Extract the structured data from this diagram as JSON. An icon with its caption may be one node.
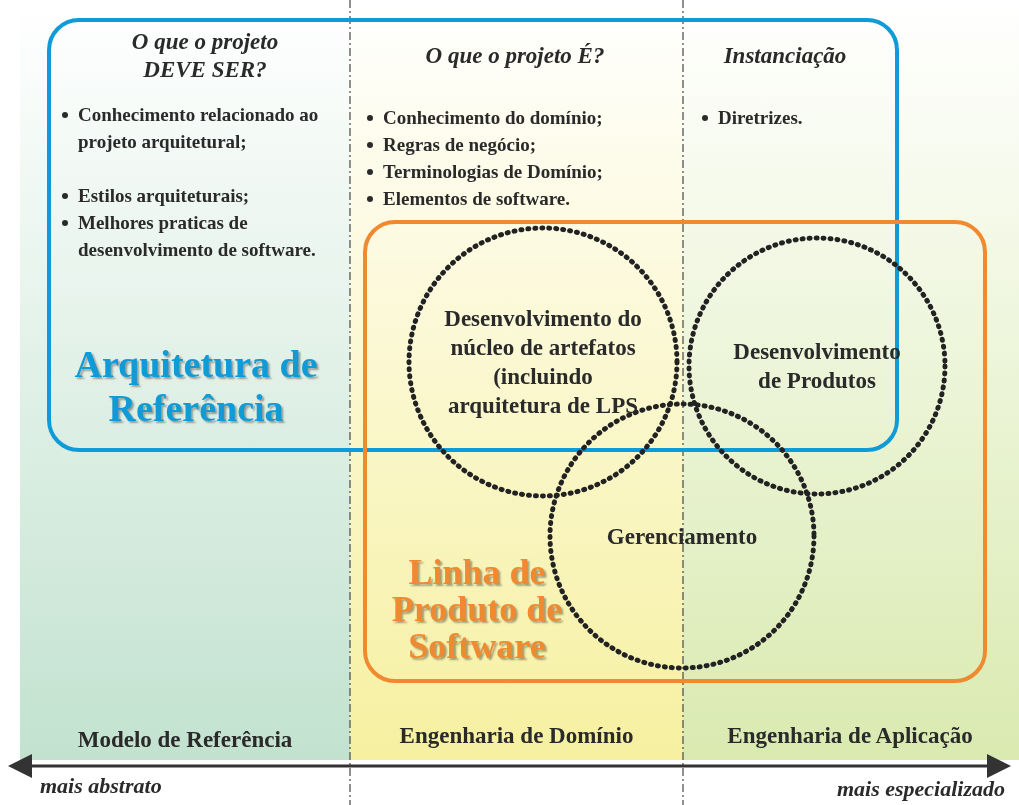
{
  "diagram": {
    "nodes": [
      {
        "text": [
          "Arquitetura de Referência"
        ]
      },
      {
        "text": [
          "Linha de Produto de Software"
        ]
      },
      {
        "text": [
          "Desenvolvimento do núcleo de artefatos (incluindo arquitetura de LPS"
        ],
        "in": 1
      },
      {
        "text": [
          "Desenvolvimento de Produtos"
        ],
        "in": 1
      },
      {
        "text": [
          "Gerenciamento"
        ],
        "in": 1
      }
    ],
    "labels": [
      "O que o projeto DEVE SER?",
      "O que o projeto É?",
      "Instanciação",
      "Conhecimento relacionado ao projeto arquitetural;",
      "Estilos arquiteturais;",
      "Melhores praticas de desenvolvimento de software.",
      "Conhecimento do domínio;",
      "Regras de negócio;",
      "Terminologias de Domínio;",
      "Elementos de software.",
      "Diretrizes.",
      "Modelo de Referência",
      "Engenharia de Domínio",
      "Engenharia de Aplicação",
      "mais abstrato",
      "mais especializado"
    ]
  }
}
